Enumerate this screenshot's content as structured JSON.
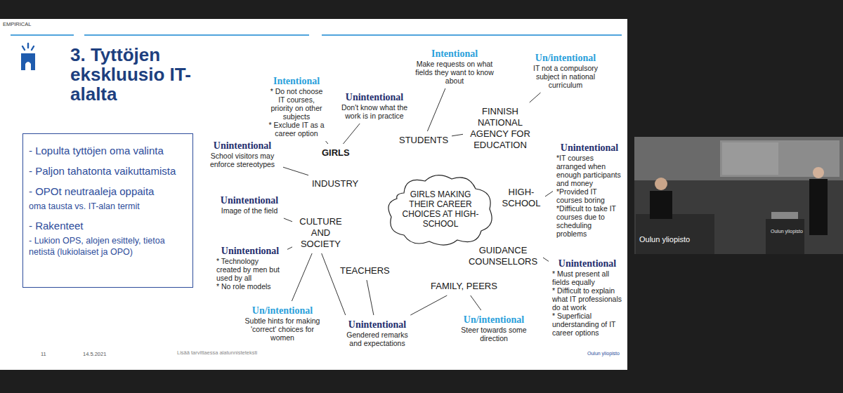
{
  "diagram": {
    "title": "3. Tyttöjen ekskluusio IT-alalta",
    "nodes": [
      {
        "text": [
          "- Lopulta tyttöjen oma valinta",
          "- Paljon tahatonta vaikuttamista",
          "- OPOt neutraaleja oppaita",
          "oma tausta vs. IT-alan termit",
          "- Rakenteet",
          "- Lukion OPS, alojen esittely, tietoa netistä (lukiolaiset ja OPO)"
        ]
      },
      {
        "text": [
          "GIRLS MAKING THEIR CAREER CHOICES AT HIGH-SCHOOL"
        ]
      },
      {
        "text": [
          "GIRLS"
        ]
      },
      {
        "text": [
          "Intentional",
          "* Do not choose IT courses, priority on other subjects",
          "* Exclude IT as a career option"
        ]
      },
      {
        "text": [
          "Unintentional",
          "Don't know what the work is in practice"
        ]
      },
      {
        "text": [
          "STUDENTS"
        ]
      },
      {
        "text": [
          "Intentional",
          "Make requests on what fields they want to know about"
        ]
      },
      {
        "text": [
          "FINNISH NATIONAL AGENCY FOR EDUCATION"
        ]
      },
      {
        "text": [
          "Un/intentional",
          "IT not a compulsory subject in national curriculum"
        ]
      },
      {
        "text": [
          "HIGH-SCHOOL"
        ]
      },
      {
        "text": [
          "Unintentional",
          "*IT courses arranged when enough participants and money",
          "*Provided IT courses boring",
          "*Difficult to take IT courses due to scheduling problems"
        ]
      },
      {
        "text": [
          "GUIDANCE COUNSELLORS"
        ]
      },
      {
        "text": [
          "Unintentional",
          "* Must present all fields equally",
          "* Difficult to explain what IT professionals do at work",
          "* Superficial understanding of IT career options"
        ]
      },
      {
        "text": [
          "FAMILY, PEERS"
        ]
      },
      {
        "text": [
          "Un/intentional",
          "Steer towards some direction"
        ]
      },
      {
        "text": [
          "TEACHERS"
        ]
      },
      {
        "text": [
          "Unintentional",
          "Gendered remarks and expectations"
        ]
      },
      {
        "text": [
          "CULTURE AND SOCIETY"
        ]
      },
      {
        "text": [
          "Un/intentional",
          "Subtle hints for making 'correct' choices for women"
        ]
      },
      {
        "text": [
          "Unintentional",
          "* Technology created by men but used by all",
          "* No role models"
        ]
      },
      {
        "text": [
          "Unintentional",
          "Image of the field"
        ]
      },
      {
        "text": [
          "INDUSTRY"
        ]
      },
      {
        "text": [
          "Unintentional",
          "School visitors may enforce stereotypes"
        ]
      }
    ],
    "edges": [
      {
        "from": 3,
        "to": 2,
        "arrow": "none"
      },
      {
        "from": 4,
        "to": 2,
        "arrow": "none"
      },
      {
        "from": 6,
        "to": 5,
        "arrow": "none"
      },
      {
        "from": 5,
        "to": 7,
        "arrow": "none"
      },
      {
        "from": 8,
        "to": 7,
        "arrow": "none"
      },
      {
        "from": 10,
        "to": 9,
        "arrow": "none"
      },
      {
        "from": 12,
        "to": 11,
        "arrow": "none"
      },
      {
        "from": 14,
        "to": 13,
        "arrow": "none"
      },
      {
        "from": 16,
        "to": 13,
        "arrow": "none"
      },
      {
        "from": 16,
        "to": 15,
        "arrow": "none"
      },
      {
        "from": 16,
        "to": 17,
        "arrow": "none"
      },
      {
        "from": 18,
        "to": 17,
        "arrow": "none"
      },
      {
        "from": 19,
        "to": 17,
        "arrow": "none"
      },
      {
        "from": 20,
        "to": 17,
        "arrow": "none"
      },
      {
        "from": 22,
        "to": 21,
        "arrow": "none"
      }
    ],
    "labels": [
      "EMPIRICAL",
      "11",
      "14.5.2021",
      "Lisää tarvittaessa alatunnisteteksti",
      "Oulun yliopisto",
      "Oulun yliopisto",
      "Oulun yliopisto"
    ]
  }
}
